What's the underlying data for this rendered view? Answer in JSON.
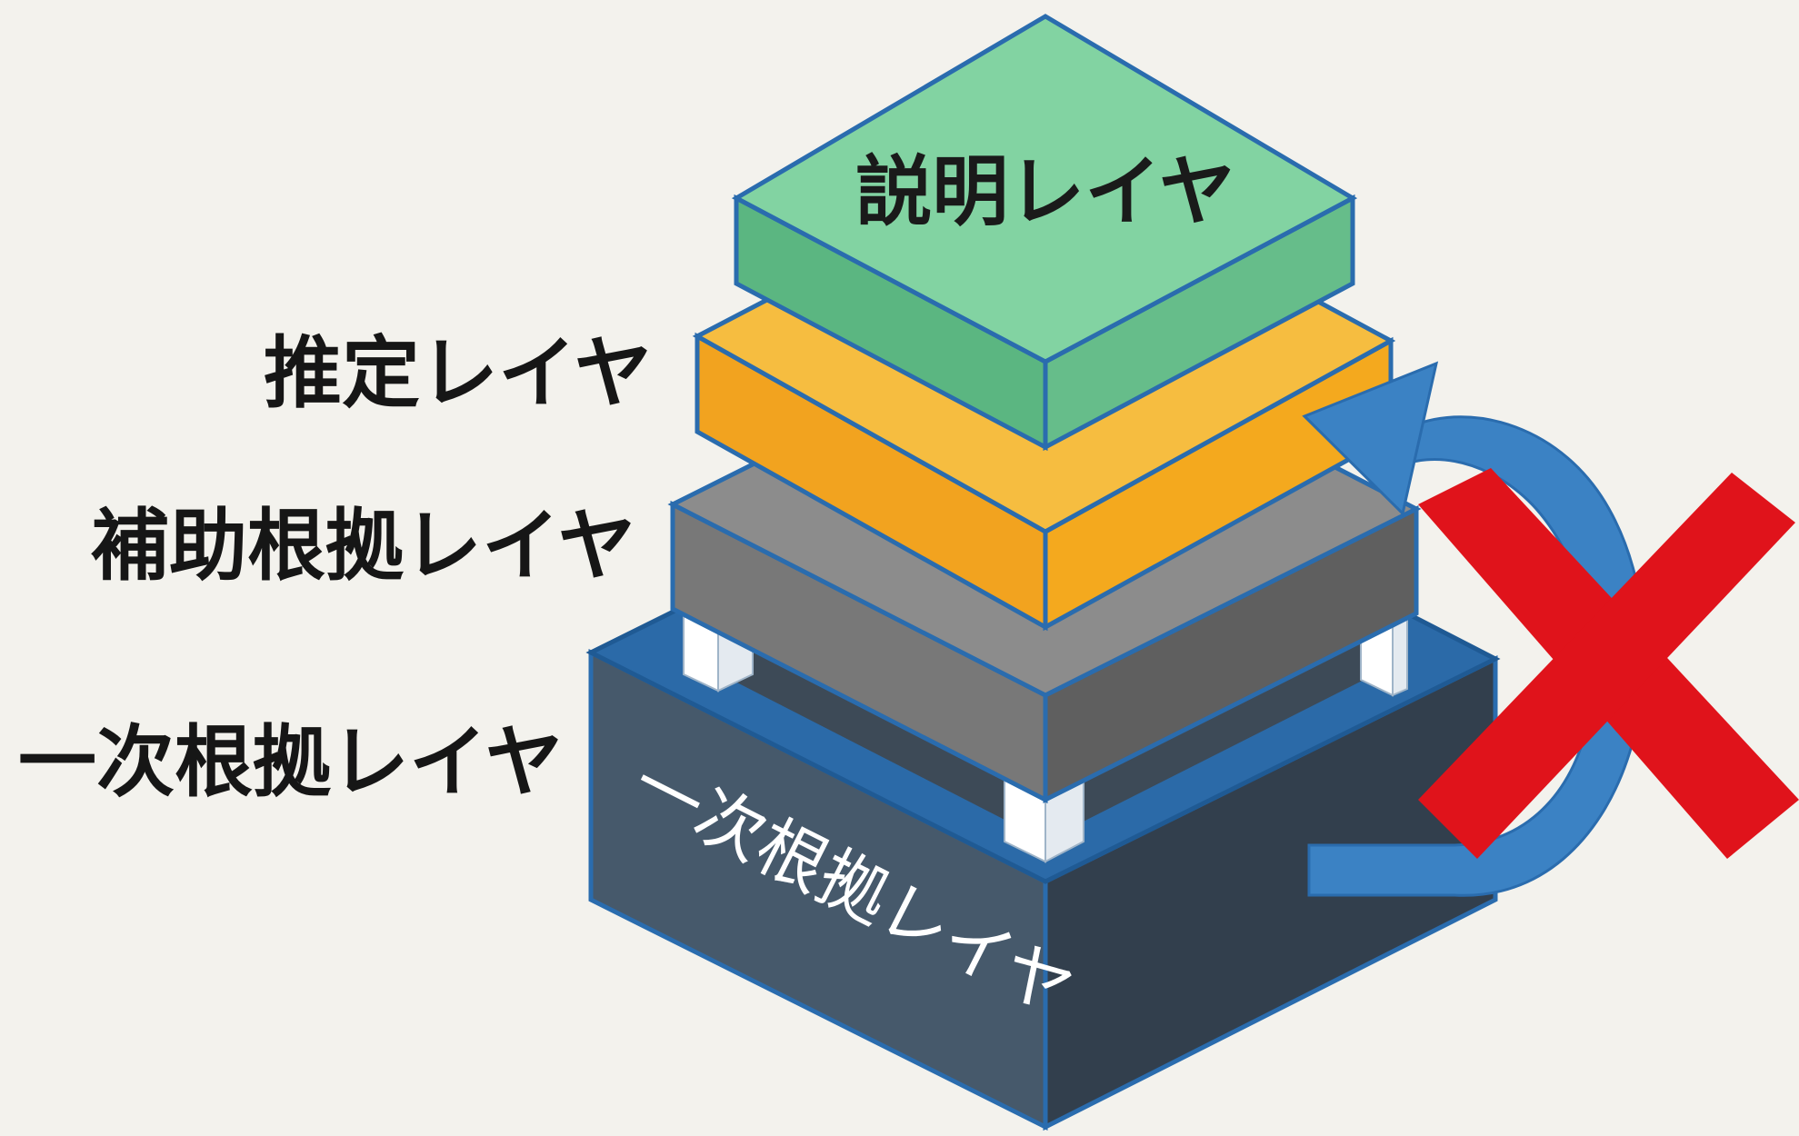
{
  "layers": {
    "explanation": {
      "label": "説明レイヤ",
      "top_color": "#82d3a2",
      "side_color": "#5bb681"
    },
    "estimation": {
      "label": "推定レイヤ",
      "top_color": "#f6bd40",
      "side_color": "#f2a31f"
    },
    "supporting_evidence": {
      "label": "補助根拠レイヤ",
      "top_color": "#8c8c8c",
      "side_color": "#6c6c6c"
    },
    "primary_evidence": {
      "label": "一次根拠レイヤ",
      "box_label": "一次根拠レイヤ",
      "top_color": "#2b6aa8",
      "side_color": "#3a4958"
    }
  },
  "arrow": {
    "color": "#3b82c4"
  },
  "cross": {
    "color": "#e0131b"
  }
}
